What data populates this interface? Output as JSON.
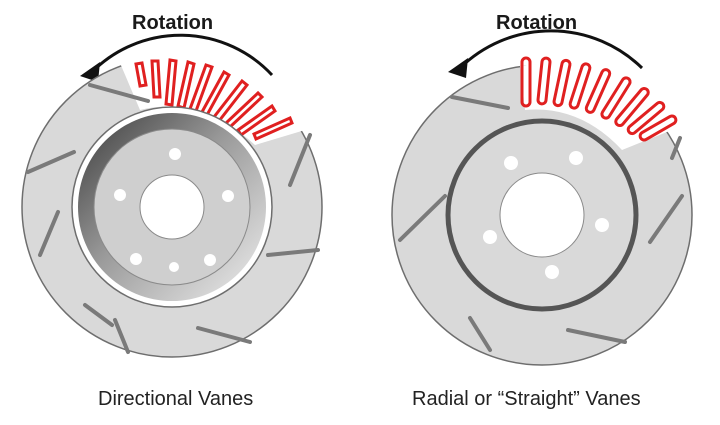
{
  "left": {
    "rotation_label": "Rotation",
    "caption": "Directional Vanes"
  },
  "right": {
    "rotation_label": "Rotation",
    "caption": "Radial or “Straight” Vanes"
  },
  "colors": {
    "rotor_face": "#d9d9d9",
    "vane_highlight": "#e02020",
    "hub_dark": "#555555",
    "outline": "#6e6e6e"
  }
}
